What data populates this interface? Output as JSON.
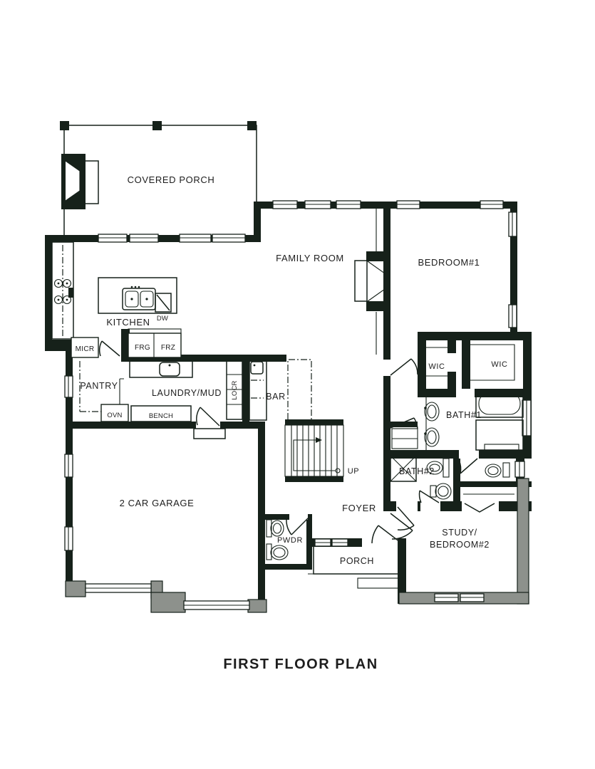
{
  "title": "FIRST FLOOR PLAN",
  "rooms": {
    "covered_porch": "COVERED PORCH",
    "family_room": "FAMILY ROOM",
    "bedroom1": "BEDROOM#1",
    "kitchen": "KITCHEN",
    "pantry": "PANTRY",
    "laundry_mud": "LAUNDRY/MUD",
    "bar": "BAR",
    "wic_left": "WIC",
    "wic_right": "WIC",
    "bath1": "BATH#1",
    "bath2": "BATH#2",
    "garage": "2 CAR GARAGE",
    "foyer": "FOYER",
    "pwdr": "PWDR",
    "porch": "PORCH",
    "study_line1": "STUDY/",
    "study_line2": "BEDROOM#2"
  },
  "labels": {
    "micr": "MICR",
    "frg": "FRG",
    "frz": "FRZ",
    "ovn": "OVN",
    "bench": "BENCH",
    "locr": "LOCR",
    "dw": "DW",
    "up": "UP"
  },
  "colors": {
    "wall": "#16211a",
    "gray": "#8d918c",
    "text": "#1d1d1d",
    "background": "#ffffff"
  }
}
